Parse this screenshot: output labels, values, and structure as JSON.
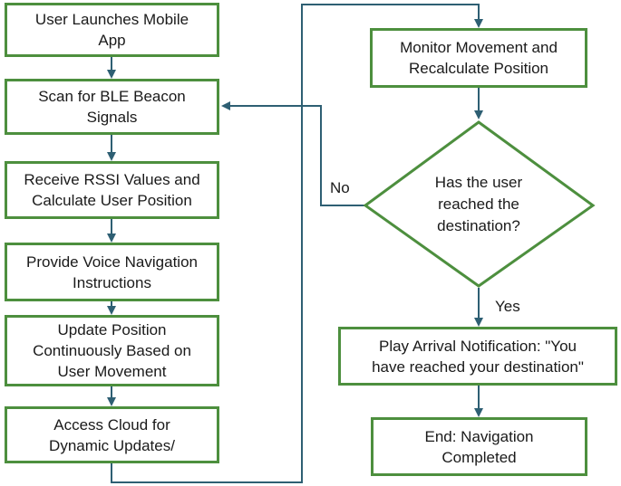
{
  "steps": {
    "launch": "User Launches Mobile\nApp",
    "scan": "Scan for BLE Beacon\nSignals",
    "rssi": "Receive RSSI Values and\nCalculate User Position",
    "voice": "Provide Voice Navigation\nInstructions",
    "update": "Update Position\nContinuously Based on\nUser Movement",
    "cloud": "Access Cloud for\nDynamic Updates/",
    "monitor": "Monitor Movement and\nRecalculate Position",
    "decision": "Has the user\nreached the\ndestination?",
    "arrival": "Play Arrival Notification: \"You\nhave reached your destination\"",
    "end": "End: Navigation\nCompleted"
  },
  "labels": {
    "no": "No",
    "yes": "Yes"
  },
  "colors": {
    "box_border": "#4d8f3e",
    "connector": "#2e5f73"
  }
}
